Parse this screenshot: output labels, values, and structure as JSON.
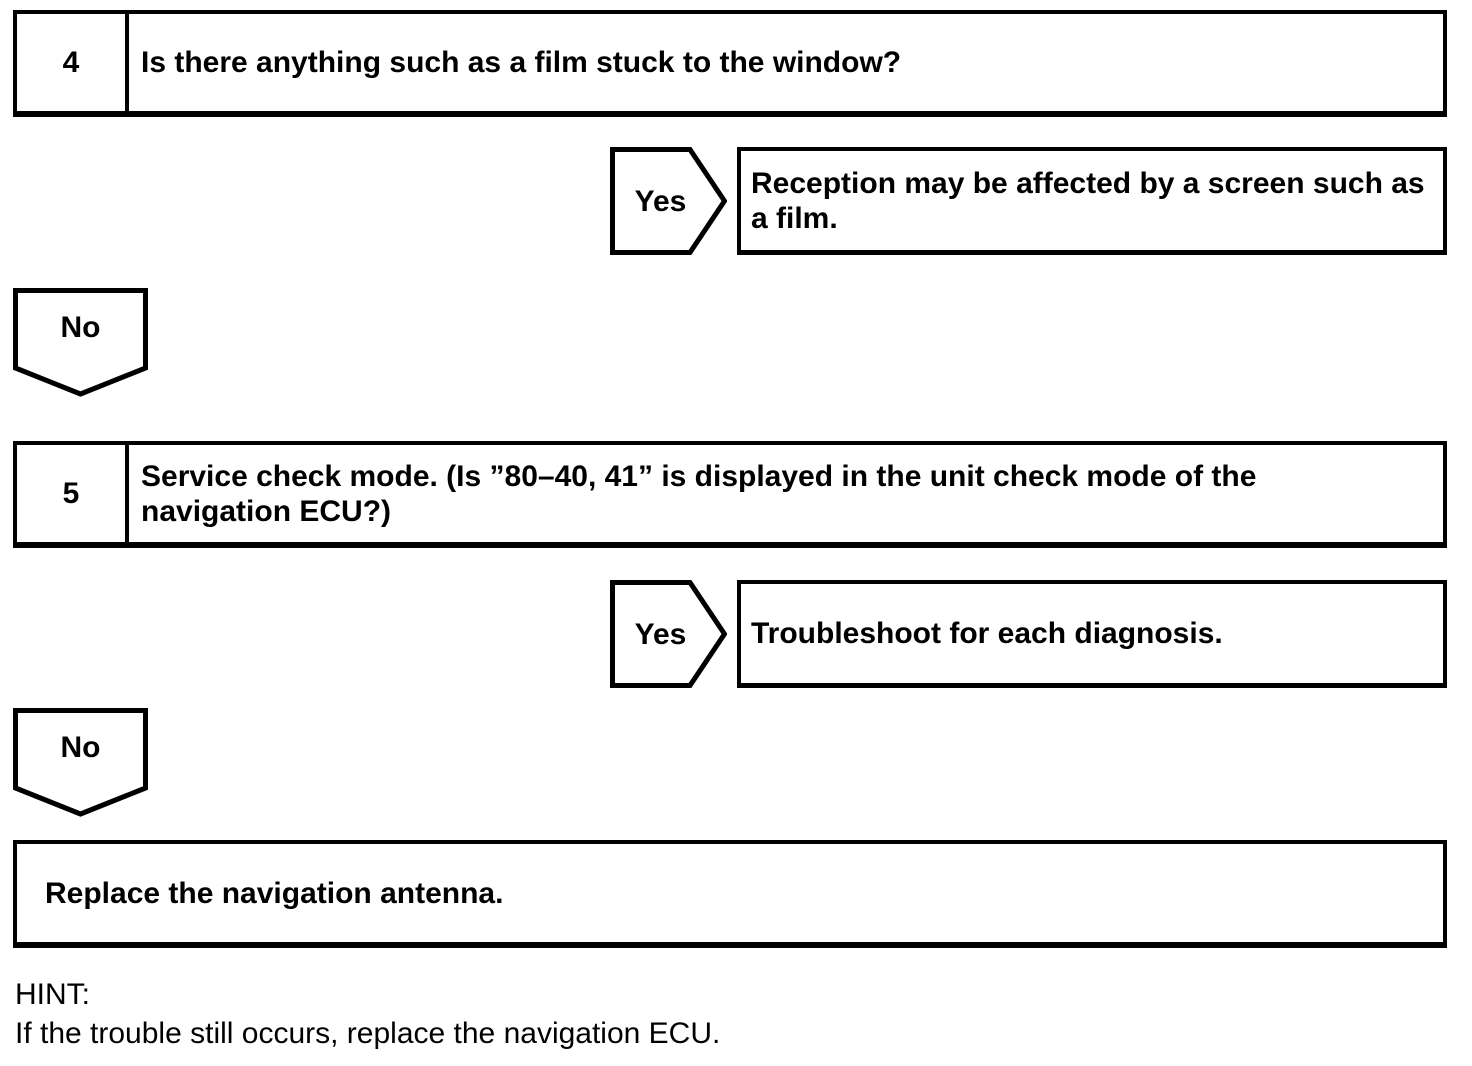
{
  "colors": {
    "line": "#000000",
    "background": "#ffffff"
  },
  "flowchart": {
    "steps": [
      {
        "number": "4",
        "question": "Is there anything such as a film stuck to the window?",
        "yes": {
          "label": "Yes",
          "result": "Reception may be affected by a screen such as a film."
        },
        "no": {
          "label": "No"
        }
      },
      {
        "number": "5",
        "question": "Service check mode. (Is ”80–40, 41” is displayed in the unit check mode of the navigation ECU?)",
        "yes": {
          "label": "Yes",
          "result": "Troubleshoot for each diagnosis."
        },
        "no": {
          "label": "No"
        }
      }
    ],
    "final_action": "Replace the navigation antenna.",
    "hint_label": "HINT:",
    "hint_text": "If the trouble still occurs, replace the navigation ECU."
  }
}
